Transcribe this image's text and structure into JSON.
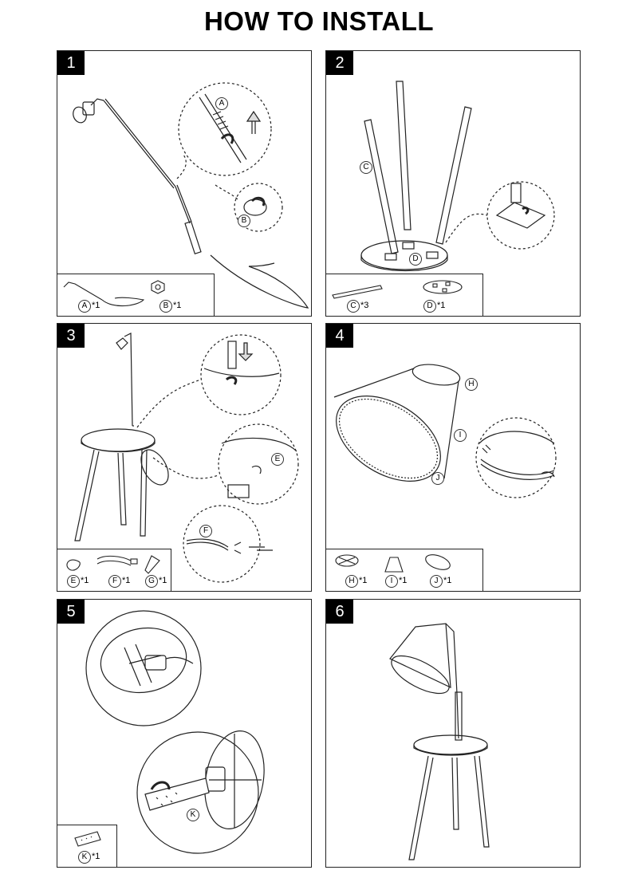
{
  "title": "HOW TO INSTALL",
  "steps": [
    {
      "number": "1",
      "callouts": [
        "A",
        "B"
      ],
      "parts": [
        {
          "letter": "A",
          "qty": "*1"
        },
        {
          "letter": "B",
          "qty": "*1"
        }
      ]
    },
    {
      "number": "2",
      "callouts": [
        "C",
        "D"
      ],
      "parts": [
        {
          "letter": "C",
          "qty": "*3"
        },
        {
          "letter": "D",
          "qty": "*1"
        }
      ]
    },
    {
      "number": "3",
      "callouts": [
        "E",
        "F"
      ],
      "parts": [
        {
          "letter": "E",
          "qty": "*1"
        },
        {
          "letter": "F",
          "qty": "*1"
        },
        {
          "letter": "G",
          "qty": "*1"
        }
      ]
    },
    {
      "number": "4",
      "callouts": [
        "H",
        "I",
        "J"
      ],
      "parts": [
        {
          "letter": "H",
          "qty": "*1"
        },
        {
          "letter": "I",
          "qty": "*1"
        },
        {
          "letter": "J",
          "qty": "*1"
        }
      ]
    },
    {
      "number": "5",
      "callouts": [
        "K"
      ],
      "parts": [
        {
          "letter": "K",
          "qty": "*1"
        }
      ]
    },
    {
      "number": "6",
      "callouts": [],
      "parts": []
    }
  ]
}
